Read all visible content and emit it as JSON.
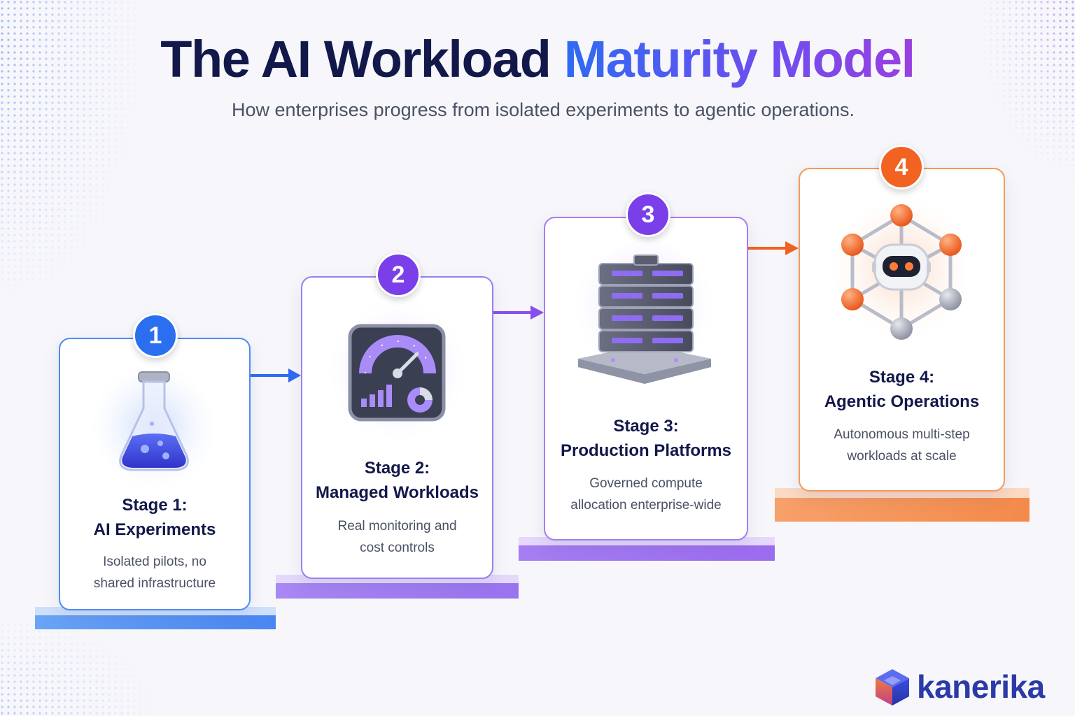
{
  "header": {
    "title_part1": "The AI Workload",
    "title_part2": "Maturity Model",
    "subtitle": "How enterprises progress from isolated experiments to agentic operations."
  },
  "stages": [
    {
      "number": "1",
      "title_line1": "Stage 1:",
      "title_line2": "AI Experiments",
      "desc_line1": "Isolated pilots, no",
      "desc_line2": "shared infrastructure",
      "icon": "flask-icon"
    },
    {
      "number": "2",
      "title_line1": "Stage 2:",
      "title_line2": "Managed Workloads",
      "desc_line1": "Real monitoring and",
      "desc_line2": "cost controls",
      "icon": "dashboard-gauge-icon"
    },
    {
      "number": "3",
      "title_line1": "Stage 3:",
      "title_line2": "Production Platforms",
      "desc_line1": "Governed compute",
      "desc_line2": "allocation enterprise-wide",
      "icon": "server-stack-icon"
    },
    {
      "number": "4",
      "title_line1": "Stage 4:",
      "title_line2": "Agentic Operations",
      "desc_line1": "Autonomous multi-step",
      "desc_line2": "workloads at scale",
      "icon": "robot-network-icon"
    }
  ],
  "brand": {
    "name": "kanerika",
    "logo_icon": "cube-logo-icon"
  },
  "colors": {
    "title_dark": "#13184a",
    "stage1": "#2b6ff0",
    "stage2": "#7a3fe8",
    "stage3": "#7a3fe8",
    "stage4": "#f26322",
    "brand": "#2b3aa8"
  }
}
